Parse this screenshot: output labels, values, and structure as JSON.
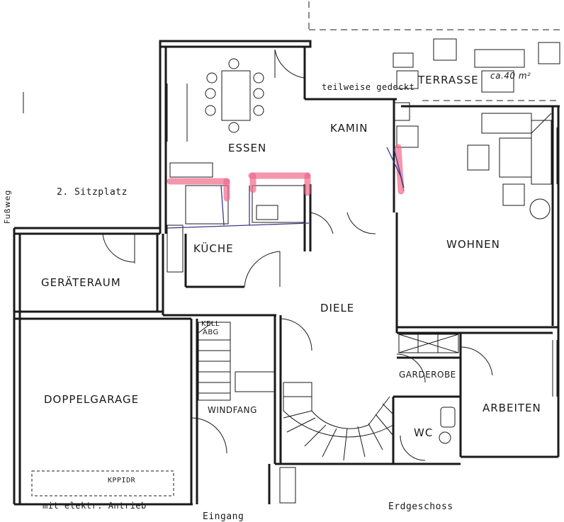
{
  "rooms": {
    "essen": "ESSEN",
    "kamin": "KAMIN",
    "terrasse": "TERRASSE",
    "terrasse_note": "teilweise gedeckt",
    "terrasse_size": "ca.40 m²",
    "wohnen": "WOHNEN",
    "kueche": "KÜCHE",
    "geraeteraum": "GERÄTERAUM",
    "diele": "DIELE",
    "doppelgarage": "DOPPELGARAGE",
    "windfang": "WINDFANG",
    "garderobe": "GARDEROBE",
    "arbeiten": "ARBEITEN",
    "wc": "WC",
    "keller": "KELL",
    "abg": "ABG"
  },
  "labels": {
    "sitzplatz": "2. Sitzplatz",
    "fussweg": "Fußweg",
    "antrieb": "mit elektr. Antrieb",
    "tor": "KPPIDR",
    "eingang": "Eingang",
    "geschoss": "Erdgeschoss"
  },
  "colors": {
    "ink": "#1a1a1a",
    "pencil": "#3a3a8a",
    "highlight": "#f06a8a"
  }
}
